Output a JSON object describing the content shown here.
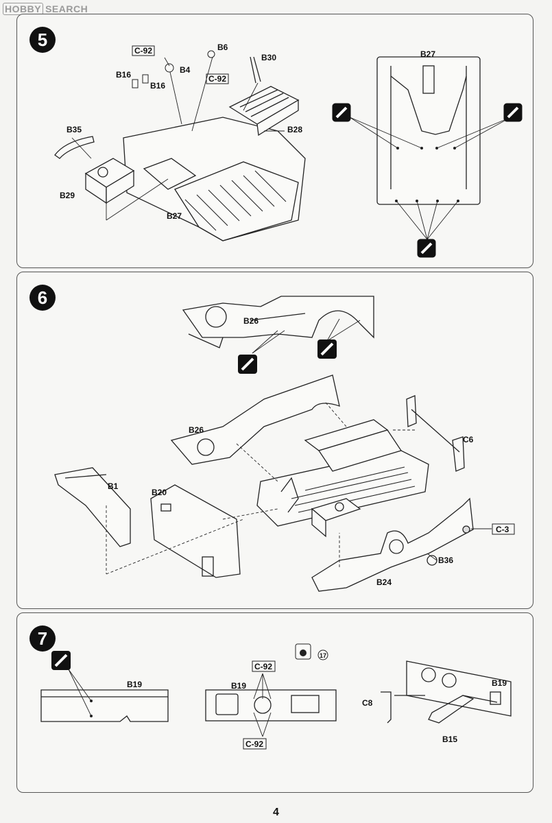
{
  "watermark": "HOBBY SEARCH",
  "watermark_prefix": "HOBBY",
  "watermark_suffix": "SEARCH",
  "page_number": "4",
  "steps": [
    {
      "number": "5",
      "labels": {
        "c92": "C-92",
        "b6": "B6",
        "c92b": "C-92",
        "b4": "B4",
        "b30": "B30",
        "b16a": "B16",
        "b16b": "B16",
        "b35": "B35",
        "b28": "B28",
        "b29": "B29",
        "b27": "B27",
        "b27r": "B27"
      }
    },
    {
      "number": "6",
      "labels": {
        "b26top": "B26",
        "b26": "B26",
        "c6": "C6",
        "b1": "B1",
        "b20": "B20",
        "c3": "C-3",
        "b36": "B36",
        "b24": "B24"
      }
    },
    {
      "number": "7",
      "labels": {
        "b19a": "B19",
        "b19b": "B19",
        "c92top": "C-92",
        "c92bot": "C-92",
        "n17": "17",
        "b19c": "B19",
        "c8": "C8",
        "b15": "B15"
      }
    }
  ]
}
